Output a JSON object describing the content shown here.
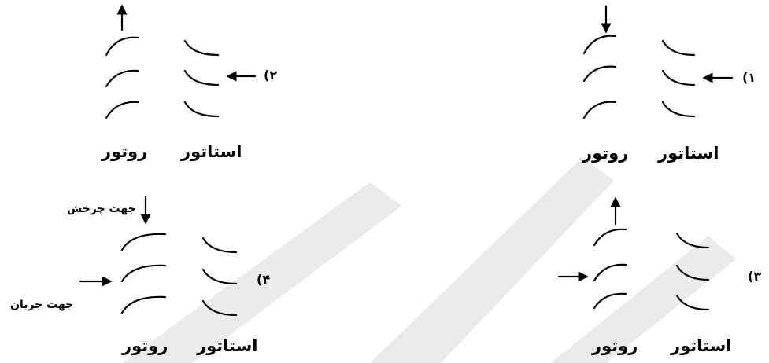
{
  "options": [
    {
      "number": "(۱",
      "rotor_label": "روتور",
      "stator_label": "استاتور"
    },
    {
      "number": "(۲",
      "rotor_label": "روتور",
      "stator_label": "استاتور"
    },
    {
      "number": "(۳",
      "rotor_label": "روتور",
      "stator_label": "استاتور"
    },
    {
      "number": "(۴",
      "rotor_label": "روتور",
      "stator_label": "استاتور",
      "rotation_label": "جهت چرخش",
      "flow_label": "جهت جریان"
    }
  ],
  "colors": {
    "ink": "#000000",
    "watermark": "#d9d9d9"
  }
}
